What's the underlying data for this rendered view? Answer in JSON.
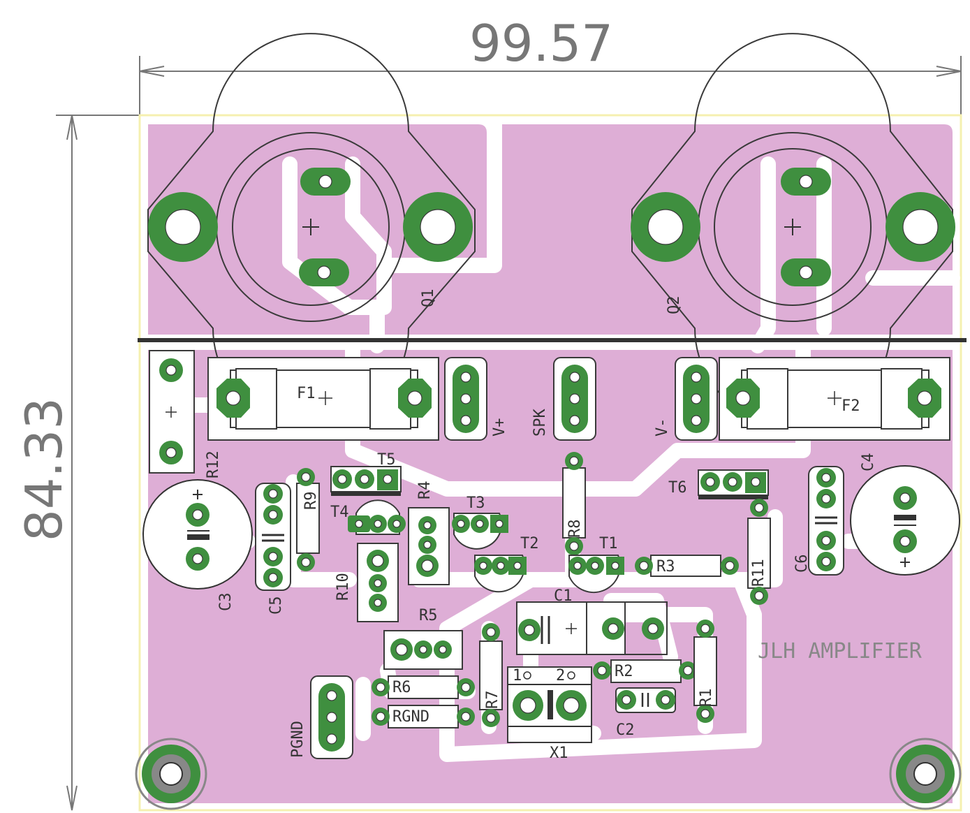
{
  "dimensions": {
    "width": "99.57",
    "height": "84.33"
  },
  "board_title": "JLH AMPLIFIER",
  "labels": {
    "q1": "Q1",
    "q2": "Q2",
    "f1": "F1",
    "f2": "F2",
    "vplus": "V+",
    "spk": "SPK",
    "vminus": "V-",
    "r12": "R12",
    "c4": "C4",
    "t5": "T5",
    "t4": "T4",
    "r9": "R9",
    "r4": "R4",
    "t3": "T3",
    "t2": "T2",
    "t1": "T1",
    "r8": "R8",
    "t6": "T6",
    "r3": "R3",
    "r11": "R11",
    "c6": "C6",
    "c3": "C3",
    "c5": "C5",
    "r10": "R10",
    "c1": "C1",
    "r5": "R5",
    "r2": "R2",
    "r6": "R6",
    "rgnd": "RGND",
    "r7": "R7",
    "r1": "R1",
    "c2": "C2",
    "x1": "X1",
    "pgnd": "PGND",
    "x1_pin1": "1",
    "x1_pin2": "2"
  },
  "colors": {
    "copper_pour": "#deaed6",
    "pad": "#3f8f3f",
    "silkscreen": "#333333",
    "dimension": "#777777",
    "board_edge": "#f5f0b0"
  }
}
